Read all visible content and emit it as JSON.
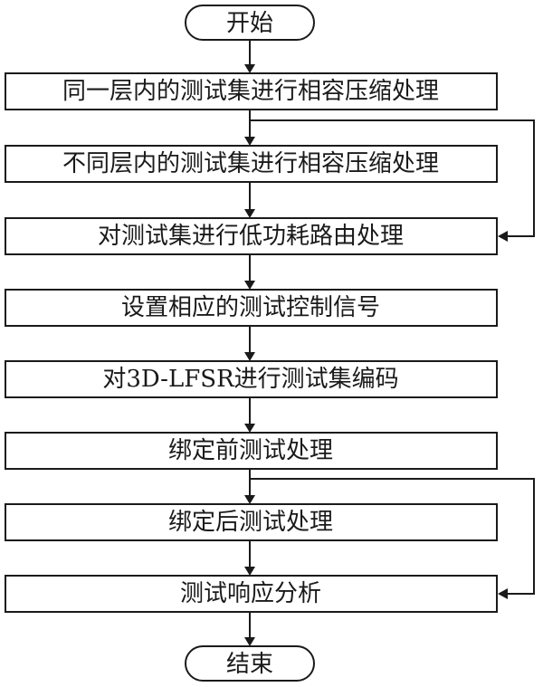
{
  "flowchart": {
    "start": "开始",
    "steps": [
      "同一层内的测试集进行相容压缩处理",
      "不同层内的测试集进行相容压缩处理",
      "对测试集进行低功耗路由处理",
      "设置相应的测试控制信号",
      "对3D-LFSR进行测试集编码",
      "绑定前测试处理",
      "绑定后测试处理",
      "测试响应分析"
    ],
    "end": "结束"
  }
}
